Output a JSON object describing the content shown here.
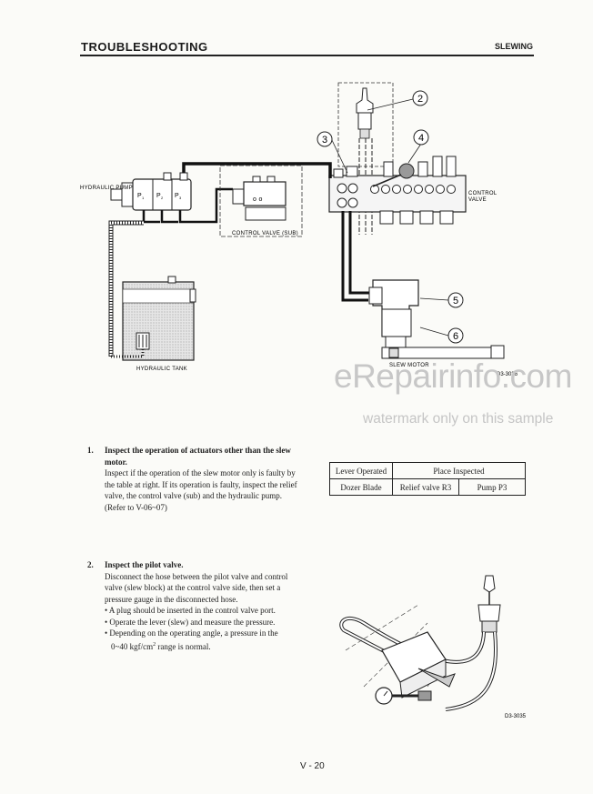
{
  "header": {
    "section": "TROUBLESHOOTING",
    "topic": "SLEWING"
  },
  "diagram1": {
    "labels": {
      "pump": "HYDRAULIC PUMP",
      "p1": "P",
      "p1_sub": "1",
      "p2": "P",
      "p2_sub": "2",
      "p3": "P",
      "p3_sub": "3",
      "control_valve_sub": "CONTROL VALVE (SUB)",
      "control_valve": "CONTROL\nVALVE",
      "tank": "HYDRAULIC TANK",
      "slew_motor": "SLEW MOTOR",
      "fig_no": "D3-3036"
    },
    "callouts": [
      "2",
      "3",
      "4",
      "5",
      "6"
    ]
  },
  "watermark": {
    "line1": "eRepairinfo.com",
    "line2": "watermark only on this sample"
  },
  "section1": {
    "number": "1.",
    "title": "Inspect the operation of actuators other than the slew motor.",
    "text": "Inspect if the operation of the slew motor only is faulty by the table at right.  If its operation is faulty, inspect the relief valve, the control valve (sub) and the hydraulic pump.",
    "ref": "(Refer to V-06~07)"
  },
  "table": {
    "headers": [
      "Lever Operated",
      "Place Inspected"
    ],
    "rows": [
      [
        "Dozer Blade",
        "Relief valve R3",
        "Pump P3"
      ]
    ]
  },
  "section2": {
    "number": "2.",
    "title": "Inspect the pilot valve.",
    "text": "Disconnect the hose between the pilot valve and control valve (slew block) at the control valve side, then set a pressure gauge in the disconnected hose.",
    "bullets": [
      "A plug should be inserted in the control valve port.",
      "Operate the lever (slew) and measure the pressure.",
      "Depending on the operating angle, a pressure in the"
    ],
    "range_pre": "0~40 kgf/cm",
    "range_sup": "2",
    "range_post": " range is normal."
  },
  "diagram2": {
    "fig_no": "D3-3035"
  },
  "footer": {
    "page": "V - 20"
  }
}
